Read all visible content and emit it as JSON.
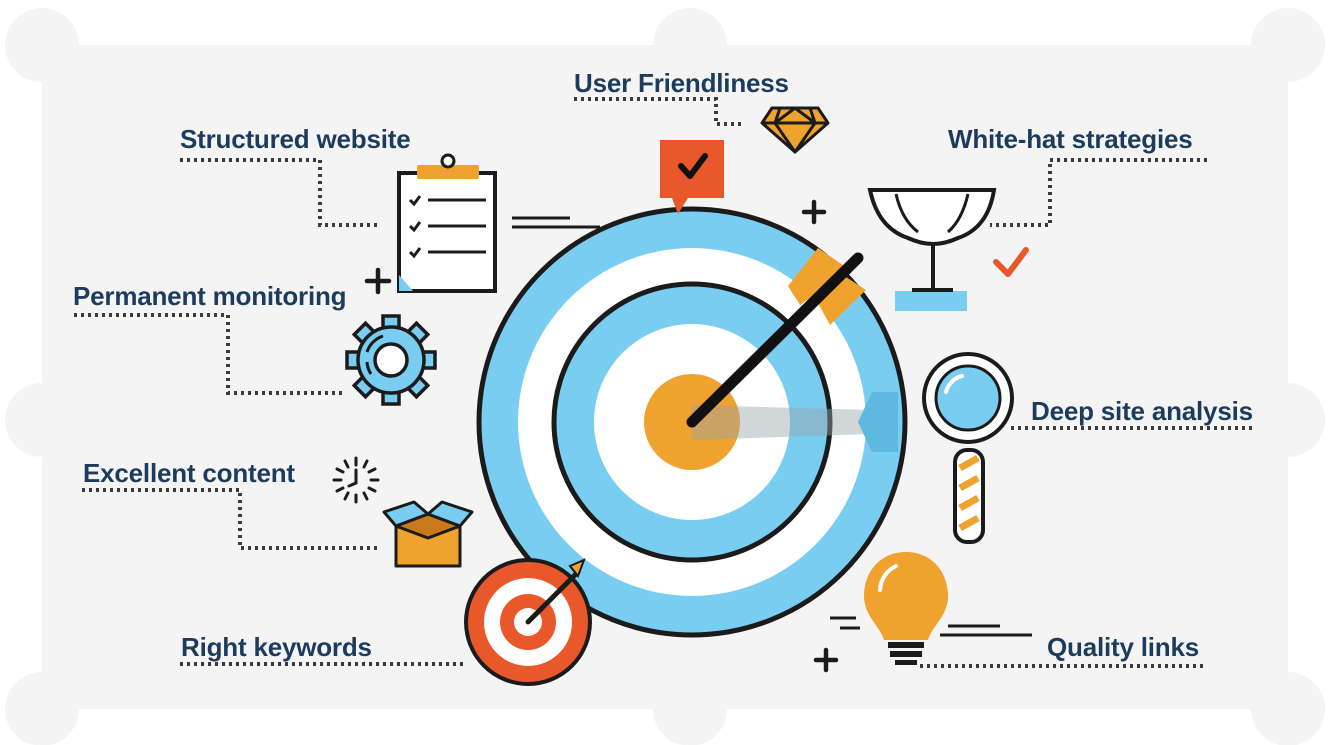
{
  "labels": {
    "user_friendliness": "User Friendliness",
    "structured_website": "Structured website",
    "white_hat": "White-hat strategies",
    "permanent_monitoring": "Permanent monitoring",
    "deep_site_analysis": "Deep site analysis",
    "excellent_content": "Excellent content",
    "right_keywords": "Right keywords",
    "quality_links": "Quality links"
  },
  "icons": [
    "target-icon",
    "arrow-icon",
    "check-flag-icon",
    "diamond-icon",
    "clipboard-checklist-icon",
    "trophy-icon",
    "checkmark-icon",
    "gear-icon",
    "magnifier-icon",
    "stopwatch-icon",
    "box-icon",
    "small-target-icon",
    "lightbulb-icon",
    "plus-icon"
  ],
  "colors": {
    "background": "#f4f4f4",
    "text": "#1d3b5c",
    "blue": "#79cdf0",
    "orange": "#f0a22e",
    "red_orange": "#e8582a",
    "outline": "#1b1b1b"
  }
}
